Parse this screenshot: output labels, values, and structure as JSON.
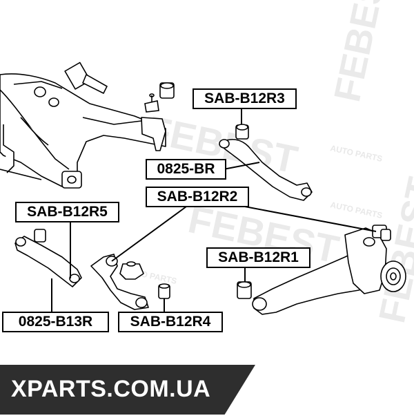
{
  "diagram": {
    "labels": {
      "r3": "SAB-B12R3",
      "br": "0825-BR",
      "r2": "SAB-B12R2",
      "r5": "SAB-B12R5",
      "r1": "SAB-B12R1",
      "b13r": "0825-B13R",
      "r4": "SAB-B12R4"
    },
    "watermark": {
      "brand": "FEBEST",
      "tagline": "AUTO PARTS"
    },
    "colors": {
      "line": "#000000",
      "watermark": "#d9d9d9",
      "banner": "#2e2e2e",
      "banner_text": "#ffffff"
    }
  },
  "footer": {
    "site": "XPARTS.COM.UA"
  }
}
